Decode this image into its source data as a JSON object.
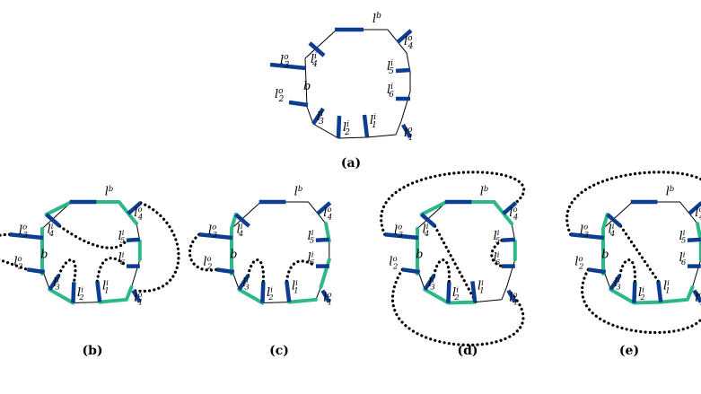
{
  "figure": {
    "captions": {
      "a": "(a)",
      "b": "(b)",
      "c": "(c)",
      "d": "(d)",
      "e": "(e)"
    },
    "boundary_label": "b",
    "legs": [
      {
        "id": "lb",
        "base": "l",
        "sup": "b",
        "sub": ""
      },
      {
        "id": "l4o",
        "base": "l",
        "sup": "o",
        "sub": "4"
      },
      {
        "id": "l5i",
        "base": "l",
        "sup": "i",
        "sub": "5"
      },
      {
        "id": "l6i",
        "base": "l",
        "sup": "i",
        "sub": "6"
      },
      {
        "id": "l1o",
        "base": "l",
        "sup": "o",
        "sub": "1"
      },
      {
        "id": "l1i",
        "base": "l",
        "sup": "i",
        "sub": "1"
      },
      {
        "id": "l2i",
        "base": "l",
        "sup": "i",
        "sub": "2"
      },
      {
        "id": "l3i",
        "base": "l",
        "sup": "i",
        "sub": "3"
      },
      {
        "id": "l2o",
        "base": "l",
        "sup": "o",
        "sub": "2"
      },
      {
        "id": "l3o",
        "base": "l",
        "sup": "o",
        "sub": "3"
      },
      {
        "id": "l4i",
        "base": "l",
        "sup": "i",
        "sub": "4"
      }
    ],
    "colors": {
      "leg": "#0b3d91",
      "highlight": "#2eb88a",
      "edge": "#000000"
    }
  }
}
